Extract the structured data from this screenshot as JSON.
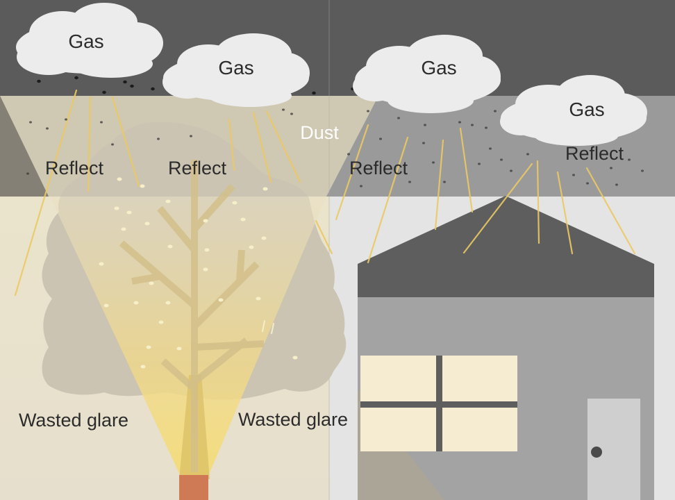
{
  "labels": {
    "gas_1": "Gas",
    "gas_2": "Gas",
    "gas_3": "Gas",
    "gas_4": "Gas",
    "dust": "Dust",
    "reflect_1": "Reflect",
    "reflect_2": "Reflect",
    "reflect_3": "Reflect",
    "reflect_4": "Reflect",
    "wasted_glare_left": "Wasted glare",
    "wasted_glare_right": "Wasted glare"
  },
  "colors": {
    "sky_dark": "#5b5b5b",
    "haze_band": "#9a9a9a",
    "ground_left": "#e7e2d3",
    "ground_right": "#e4e4e4",
    "tree_canopy": "#cbc4b3",
    "light_cone": "#f4dc86",
    "ray": "#ecc964",
    "house_roof": "#5e5e5e",
    "house_wall": "#a3a3a3",
    "window": "#f6ecd1",
    "door": "#cfcfcf",
    "pole": "#cf7a55",
    "cloud": "#ececec",
    "particle": "#1c1c1c"
  }
}
